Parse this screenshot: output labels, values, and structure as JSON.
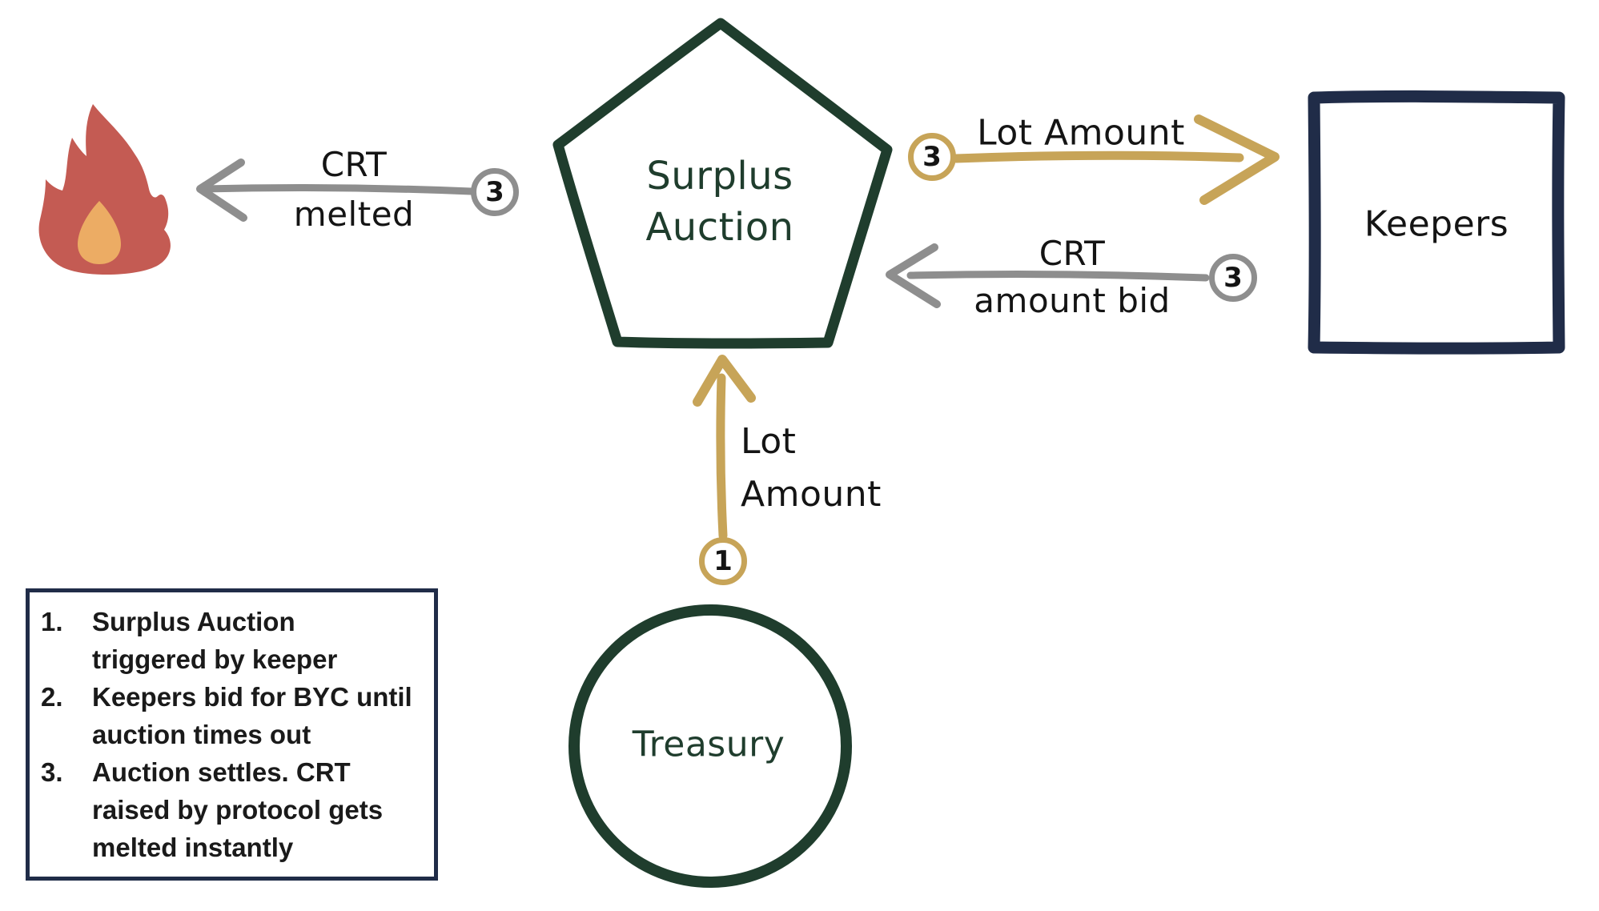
{
  "nodes": {
    "surplus_auction": {
      "lines": [
        "Surplus",
        "Auction"
      ]
    },
    "keepers": {
      "label": "Keepers"
    },
    "treasury": {
      "label": "Treasury"
    }
  },
  "edges": {
    "crt_melted": {
      "step": "3",
      "lines": [
        "CRT",
        "melted"
      ]
    },
    "lot_amount_to_keepers": {
      "step": "3",
      "label": "Lot Amount"
    },
    "crt_amount_bid": {
      "step": "3",
      "lines": [
        "CRT",
        "amount bid"
      ]
    },
    "lot_amount_from_treasury": {
      "step": "1",
      "lines": [
        "Lot",
        "Amount"
      ]
    }
  },
  "legend": {
    "items": [
      {
        "number": "1.",
        "lines": [
          "Surplus Auction",
          "triggered by keeper"
        ]
      },
      {
        "number": "2.",
        "lines": [
          "Keepers bid for BYC until",
          "auction times out"
        ]
      },
      {
        "number": "3.",
        "lines": [
          "Auction settles. CRT",
          "raised by protocol gets",
          "melted instantly"
        ]
      }
    ]
  },
  "colors": {
    "green": "#1F3D2D",
    "navy": "#202C48",
    "gold": "#C7A458",
    "gray": "#8E8E8E",
    "flame_red": "#C45B53",
    "flame_inner": "#ECAC64",
    "text": "#141414"
  }
}
